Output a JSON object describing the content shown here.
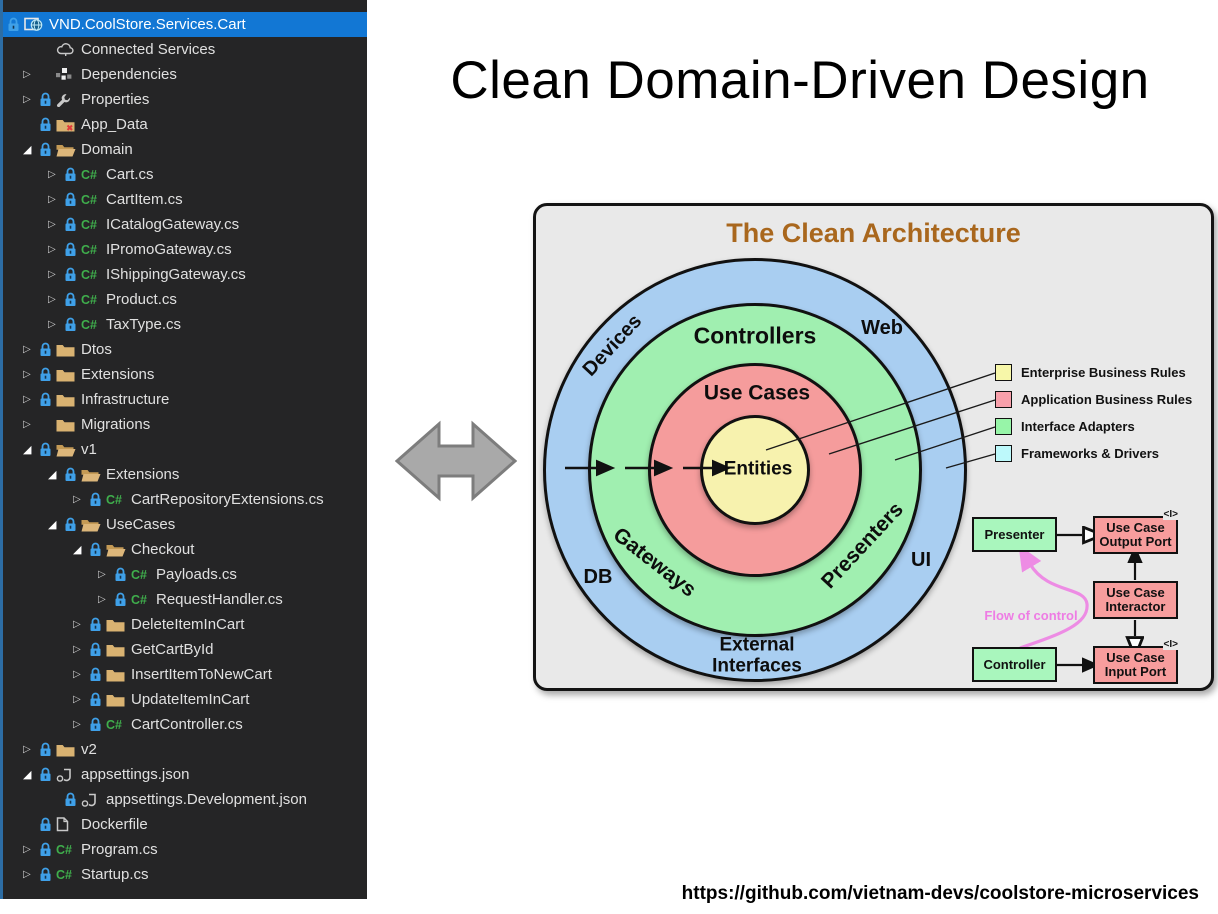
{
  "slide": {
    "title": "Clean Domain-Driven Design",
    "footer_link": "https://github.com/vietnam-devs/coolstore-microservices"
  },
  "colors": {
    "selection_blue": "#1277d4",
    "panel_background": "#252526",
    "panel_accent_strip": "#2d6da4",
    "folder_tan": "#dcb67a",
    "lock_blue": "#3fa0e8",
    "csharp_green": "#3fae4c"
  },
  "solution_explorer": {
    "selection_color": "#1277d4",
    "items": [
      {
        "label": "VND.CoolStore.Services.Cart",
        "depth": 0,
        "icon": "project",
        "lock": true,
        "expander": null,
        "selected": true
      },
      {
        "label": "Connected Services",
        "depth": 1,
        "icon": "cloud",
        "lock": false,
        "expander": null
      },
      {
        "label": "Dependencies",
        "depth": 1,
        "icon": "dependencies",
        "lock": false,
        "expander": "collapsed"
      },
      {
        "label": "Properties",
        "depth": 1,
        "icon": "wrench",
        "lock": true,
        "expander": "collapsed"
      },
      {
        "label": "App_Data",
        "depth": 1,
        "icon": "folder-error",
        "lock": true,
        "expander": null
      },
      {
        "label": "Domain",
        "depth": 1,
        "icon": "folder-open",
        "lock": true,
        "expander": "expanded"
      },
      {
        "label": "Cart.cs",
        "depth": 2,
        "icon": "csharp",
        "lock": true,
        "expander": "collapsed"
      },
      {
        "label": "CartItem.cs",
        "depth": 2,
        "icon": "csharp",
        "lock": true,
        "expander": "collapsed"
      },
      {
        "label": "ICatalogGateway.cs",
        "depth": 2,
        "icon": "csharp",
        "lock": true,
        "expander": "collapsed"
      },
      {
        "label": "IPromoGateway.cs",
        "depth": 2,
        "icon": "csharp",
        "lock": true,
        "expander": "collapsed"
      },
      {
        "label": "IShippingGateway.cs",
        "depth": 2,
        "icon": "csharp",
        "lock": true,
        "expander": "collapsed"
      },
      {
        "label": "Product.cs",
        "depth": 2,
        "icon": "csharp",
        "lock": true,
        "expander": "collapsed"
      },
      {
        "label": "TaxType.cs",
        "depth": 2,
        "icon": "csharp",
        "lock": true,
        "expander": "collapsed"
      },
      {
        "label": "Dtos",
        "depth": 1,
        "icon": "folder",
        "lock": true,
        "expander": "collapsed"
      },
      {
        "label": "Extensions",
        "depth": 1,
        "icon": "folder",
        "lock": true,
        "expander": "collapsed"
      },
      {
        "label": "Infrastructure",
        "depth": 1,
        "icon": "folder",
        "lock": true,
        "expander": "collapsed"
      },
      {
        "label": "Migrations",
        "depth": 1,
        "icon": "folder",
        "lock": false,
        "expander": "collapsed"
      },
      {
        "label": "v1",
        "depth": 1,
        "icon": "folder-open",
        "lock": true,
        "expander": "expanded"
      },
      {
        "label": "Extensions",
        "depth": 2,
        "icon": "folder-open",
        "lock": true,
        "expander": "expanded"
      },
      {
        "label": "CartRepositoryExtensions.cs",
        "depth": 3,
        "icon": "csharp",
        "lock": true,
        "expander": "collapsed"
      },
      {
        "label": "UseCases",
        "depth": 2,
        "icon": "folder-open",
        "lock": true,
        "expander": "expanded"
      },
      {
        "label": "Checkout",
        "depth": 3,
        "icon": "folder-open",
        "lock": true,
        "expander": "expanded"
      },
      {
        "label": "Payloads.cs",
        "depth": 4,
        "icon": "csharp",
        "lock": true,
        "expander": "collapsed"
      },
      {
        "label": "RequestHandler.cs",
        "depth": 4,
        "icon": "csharp",
        "lock": true,
        "expander": "collapsed"
      },
      {
        "label": "DeleteItemInCart",
        "depth": 3,
        "icon": "folder",
        "lock": true,
        "expander": "collapsed"
      },
      {
        "label": "GetCartById",
        "depth": 3,
        "icon": "folder",
        "lock": true,
        "expander": "collapsed"
      },
      {
        "label": "InsertItemToNewCart",
        "depth": 3,
        "icon": "folder",
        "lock": true,
        "expander": "collapsed"
      },
      {
        "label": "UpdateItemInCart",
        "depth": 3,
        "icon": "folder",
        "lock": true,
        "expander": "collapsed"
      },
      {
        "label": "CartController.cs",
        "depth": 3,
        "icon": "csharp",
        "lock": true,
        "expander": "collapsed"
      },
      {
        "label": "v2",
        "depth": 1,
        "icon": "folder",
        "lock": true,
        "expander": "collapsed"
      },
      {
        "label": "appsettings.json",
        "depth": 1,
        "icon": "json",
        "lock": true,
        "expander": "expanded"
      },
      {
        "label": "appsettings.Development.json",
        "depth": 2,
        "icon": "json",
        "lock": true,
        "expander": null
      },
      {
        "label": "Dockerfile",
        "depth": 1,
        "icon": "file",
        "lock": true,
        "expander": null
      },
      {
        "label": "Program.cs",
        "depth": 1,
        "icon": "csharp",
        "lock": true,
        "expander": "collapsed"
      },
      {
        "label": "Startup.cs",
        "depth": 1,
        "icon": "csharp",
        "lock": true,
        "expander": "collapsed"
      }
    ]
  },
  "clean_architecture": {
    "title": "The Clean Architecture",
    "title_color": "#a9671d",
    "ring_colors": {
      "frameworks_drivers": "#a9cef1",
      "interface_adapters": "#a0efb0",
      "application_business_rules": "#f59c9c",
      "enterprise_business_rules": "#f7f2ae"
    },
    "circle_labels": {
      "devices": "Devices",
      "web": "Web",
      "controllers": "Controllers",
      "use_cases": "Use Cases",
      "entities": "Entities",
      "gateways": "Gateways",
      "presenters": "Presenters",
      "db": "DB",
      "ui": "UI",
      "external_interfaces": "External\nInterfaces"
    },
    "legend": [
      {
        "label": "Enterprise Business Rules",
        "color": "#f7f7a9"
      },
      {
        "label": "Application Business Rules",
        "color": "#f8a0ab"
      },
      {
        "label": "Interface Adapters",
        "color": "#97f5a8"
      },
      {
        "label": "Frameworks & Drivers",
        "color": "#bdf9fb"
      }
    ],
    "flow": {
      "presenter": "Presenter",
      "controller": "Controller",
      "output_port": "Use Case\nOutput Port",
      "interactor": "Use Case\nInteractor",
      "input_port": "Use Case\nInput Port",
      "label": "Flow of control",
      "label_color": "#ee7ce4",
      "interface_marker": "<I>",
      "green_box_color": "#a9f6bd",
      "pink_box_color": "#f79d9d"
    }
  }
}
